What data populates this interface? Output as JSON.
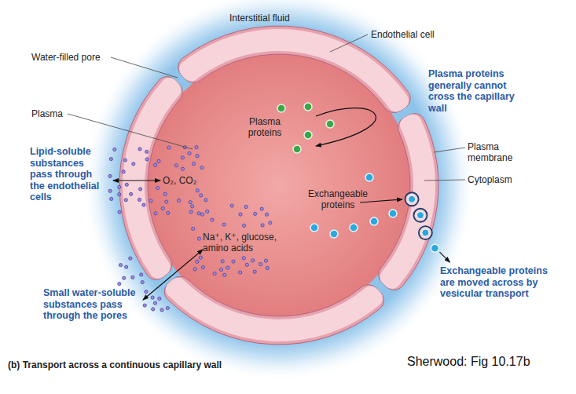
{
  "diagram": {
    "caption": "(b) Transport across a continuous capillary wall",
    "labels": [
      "Interstitial fluid",
      "Endothelial cell",
      "Water-filled pore",
      "Plasma",
      "Plasma proteins generally cannot cross the capillary wall",
      "Plasma proteins",
      "Plasma membrane",
      "Cytoplasm",
      "Lipid-soluble substances pass through the endothelial cells",
      "O₂, CO₂",
      "Exchangeable proteins",
      "Na⁺, K⁺, glucose, amino acids",
      "Small water-soluble substances pass through the pores",
      "Exchangeable proteins are moved across by vesicular transport",
      "Sherwood: Fig 10.17b"
    ]
  }
}
